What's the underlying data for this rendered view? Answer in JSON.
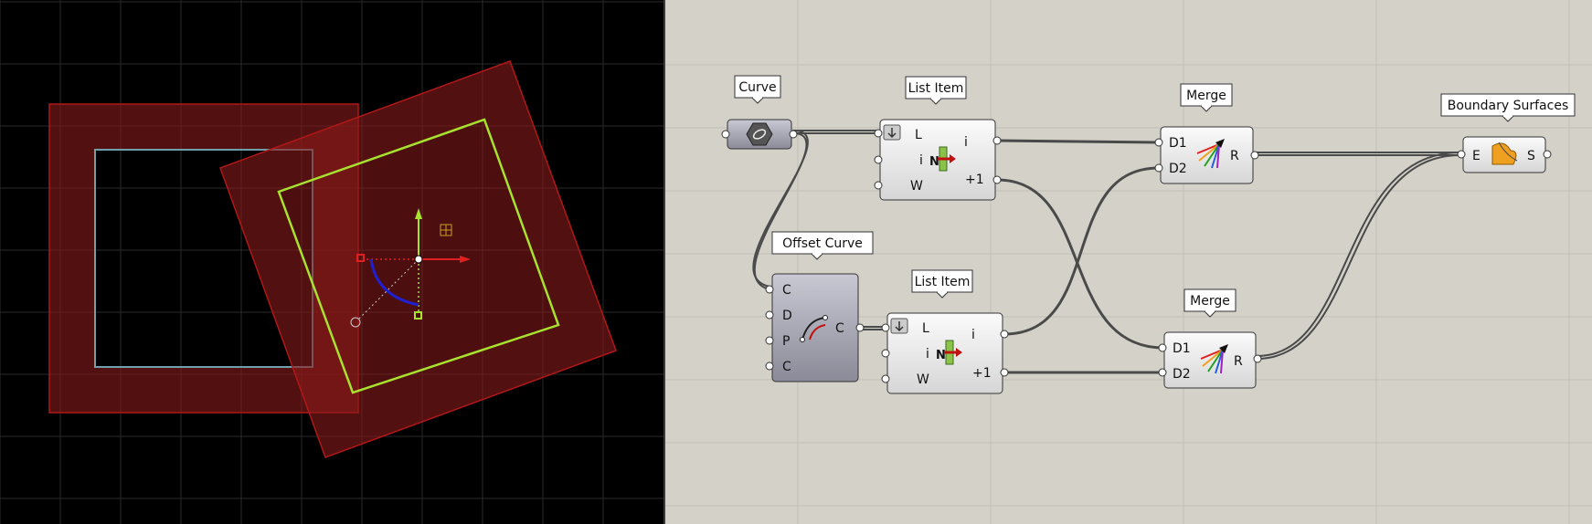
{
  "viewport": {
    "name": "rhino-viewport"
  },
  "canvas": {
    "name": "grasshopper-canvas"
  },
  "components": {
    "curve": {
      "label": "Curve"
    },
    "list_item_1": {
      "label": "List Item",
      "inputs": [
        "L",
        "i",
        "W"
      ],
      "outputs": [
        "i",
        "+1"
      ],
      "icon_text": "N"
    },
    "list_item_2": {
      "label": "List Item",
      "inputs": [
        "L",
        "i",
        "W"
      ],
      "outputs": [
        "i",
        "+1"
      ],
      "icon_text": "N"
    },
    "offset_curve": {
      "label": "Offset Curve",
      "inputs": [
        "C",
        "D",
        "P",
        "C"
      ],
      "outputs": [
        "C"
      ]
    },
    "merge_1": {
      "label": "Merge",
      "inputs": [
        "D1",
        "D2"
      ],
      "outputs": [
        "R"
      ]
    },
    "merge_2": {
      "label": "Merge",
      "inputs": [
        "D1",
        "D2"
      ],
      "outputs": [
        "R"
      ]
    },
    "boundary_surfaces": {
      "label": "Boundary Surfaces",
      "inputs": [
        "E"
      ],
      "outputs": [
        "S"
      ]
    }
  },
  "colors": {
    "viewport_bg": "#000000",
    "grid": "#2a2a2a",
    "surface_fill": "#8b1a1a",
    "selected_curve": "#a6e22e",
    "unselected_curve": "#6f9fa8",
    "gumball_x": "#e02020",
    "gumball_y": "#a6e22e",
    "gumball_rotate": "#2020d0",
    "canvas_bg": "#d4d1c8",
    "wire": "#4a4a4a"
  }
}
